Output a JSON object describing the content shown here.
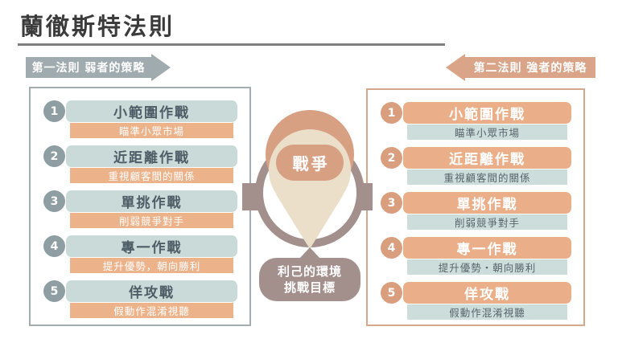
{
  "slide": {
    "title": "蘭徹斯特法則"
  },
  "banners": {
    "first_law": "第一法則 弱者的策略",
    "second_law": "第二法則 強者的策略"
  },
  "center": {
    "hub_label": "戰爭",
    "bubble_line1": "利己的環境",
    "bubble_line2": "挑戰目標"
  },
  "left_panel": {
    "items": [
      {
        "num": "1",
        "title": "小範圍作戰",
        "desc": "瞄準小眾市場"
      },
      {
        "num": "2",
        "title": "近距離作戰",
        "desc": "重視顧客間的關係"
      },
      {
        "num": "3",
        "title": "單挑作戰",
        "desc": "削弱競爭對手"
      },
      {
        "num": "4",
        "title": "專一作戰",
        "desc": "提升優勢，朝向勝利"
      },
      {
        "num": "5",
        "title": "佯攻戰",
        "desc": "假動作混淆視聽"
      }
    ]
  },
  "right_panel": {
    "items": [
      {
        "num": "1",
        "title": "小範圍作戰",
        "desc": "瞄準小眾市場"
      },
      {
        "num": "2",
        "title": "近距離作戰",
        "desc": "重視顧客間的關係"
      },
      {
        "num": "3",
        "title": "單挑作戰",
        "desc": "削弱競爭對手"
      },
      {
        "num": "4",
        "title": "專一作戰",
        "desc": "提升優勢・朝向勝利"
      },
      {
        "num": "5",
        "title": "佯攻戰",
        "desc": "假動作混淆視聽"
      }
    ]
  },
  "colors": {
    "title_text": "#3b3b3b",
    "gray_accent": "#9fabae",
    "salmon_accent": "#d9a488",
    "teal_bar": "#c9dad9",
    "orange_bar": "#ecb28a",
    "taupe": "#a38f8c",
    "cream": "#ebdfca",
    "salmon_circle": "#d7a083"
  }
}
